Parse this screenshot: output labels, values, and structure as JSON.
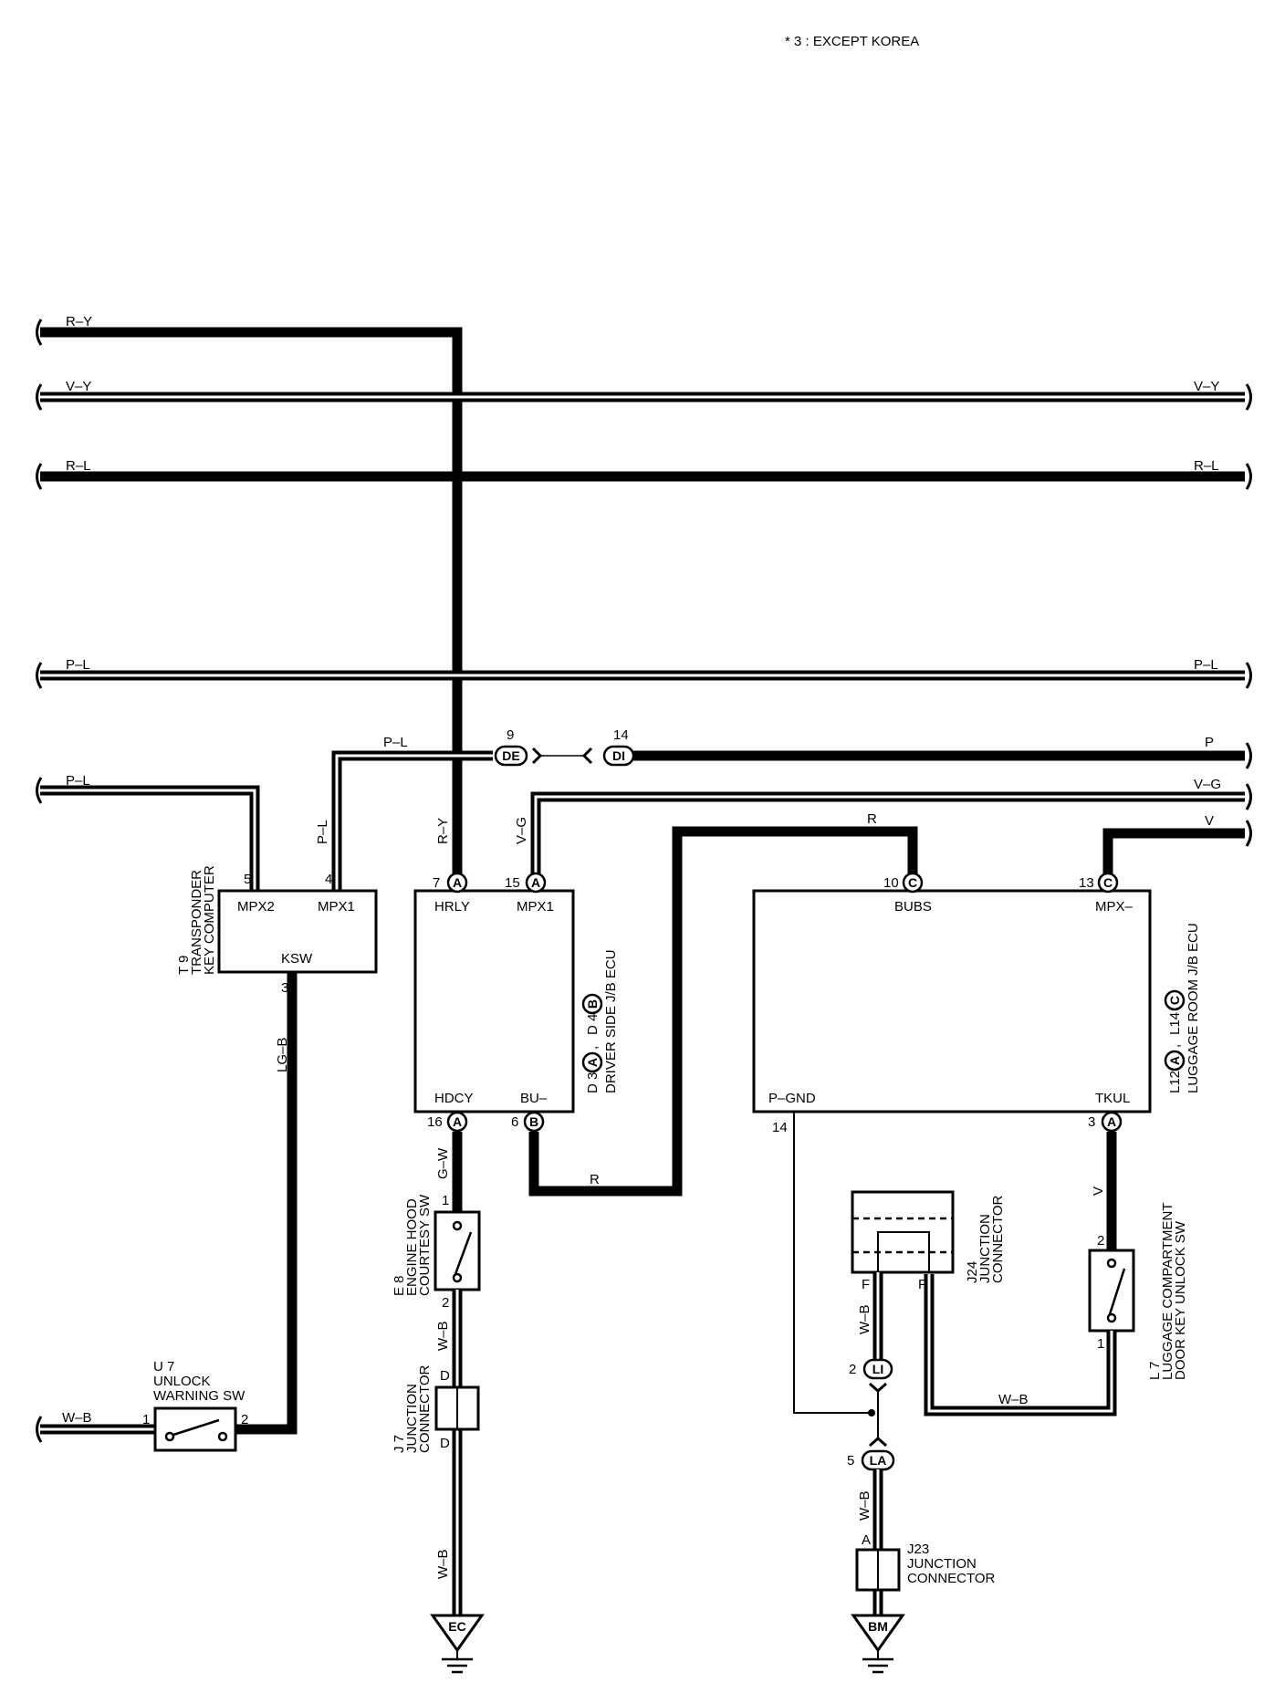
{
  "note": "* 3 : EXCEPT KOREA",
  "wires": {
    "r_y": "R–Y",
    "v_y": "V–Y",
    "r_l": "R–L",
    "p_l": "P–L",
    "p": "P",
    "v_g": "V–G",
    "v": "V",
    "r": "R",
    "lg_b": "LG–B",
    "g_w": "G–W",
    "w_b": "W–B"
  },
  "conn": {
    "a": "A",
    "b": "B",
    "c": "C",
    "de": "DE",
    "di": "DI",
    "li": "LI",
    "la": "LA",
    "ec": "EC",
    "bm": "BM"
  },
  "pins": {
    "p1": "1",
    "p2": "2",
    "p3": "3",
    "p4": "4",
    "p5": "5",
    "p6": "6",
    "p7": "7",
    "p9": "9",
    "p10": "10",
    "p13": "13",
    "p14": "14",
    "p15": "15",
    "p16": "16",
    "d": "D",
    "f": "F",
    "a": "A"
  },
  "transponder": {
    "code": "T 9",
    "name1": "TRANSPONDER",
    "name2": "KEY COMPUTER",
    "t_mpx2": "MPX2",
    "t_mpx1": "MPX1",
    "t_ksw": "KSW"
  },
  "driver_ecu": {
    "d3": "D 3",
    "d4": "D 4",
    "comma": ",",
    "name": "DRIVER SIDE J/B ECU",
    "t_hrly": "HRLY",
    "t_mpx1": "MPX1",
    "t_hdcy": "HDCY",
    "t_bu": "BU–"
  },
  "luggage_ecu": {
    "l12": "L12",
    "l14": "L14",
    "comma": ",",
    "name": "LUGGAGE ROOM J/B ECU",
    "t_bubs": "BUBS",
    "t_mpx": "MPX–",
    "t_pgnd": "P–GND",
    "t_tkul": "TKUL"
  },
  "hood_sw": {
    "code": "E 8",
    "name1": "ENGINE HOOD",
    "name2": "COURTESY SW"
  },
  "j7": {
    "code": "J 7",
    "name1": "JUNCTION",
    "name2": "CONNECTOR"
  },
  "j24": {
    "code": "J24",
    "name1": "JUNCTION",
    "name2": "CONNECTOR"
  },
  "j23": {
    "code": "J23",
    "name1": "JUNCTION",
    "name2": "CONNECTOR"
  },
  "unlock_sw": {
    "code": "U 7",
    "name1": "UNLOCK",
    "name2": "WARNING SW"
  },
  "luggage_sw": {
    "code": "L 7",
    "name1": "LUGGAGE COMPARTMENT",
    "name2": "DOOR KEY UNLOCK SW"
  }
}
